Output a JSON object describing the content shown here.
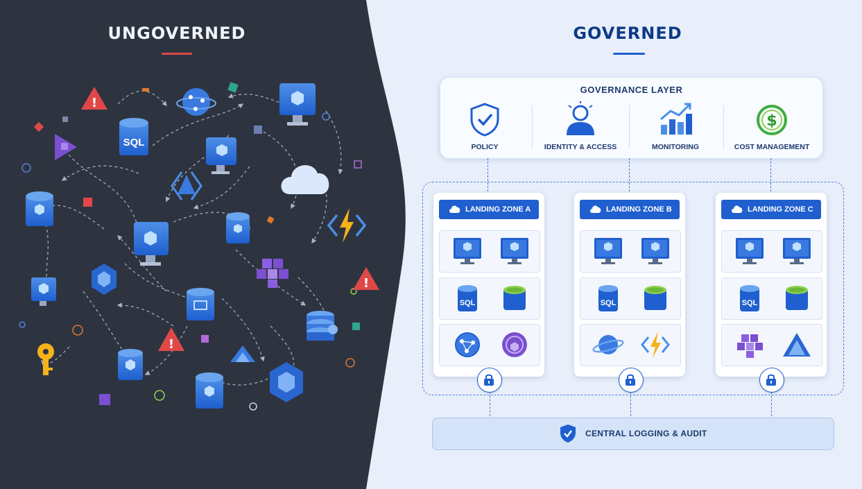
{
  "left": {
    "title": "UNGOVERNED",
    "sql_label": "SQL"
  },
  "right": {
    "title": "GOVERNED",
    "governance_layer": {
      "title": "GOVERNANCE LAYER",
      "items": [
        {
          "label": "POLICY",
          "icon": "shield-check-icon"
        },
        {
          "label": "IDENTITY & ACCESS",
          "icon": "user-icon"
        },
        {
          "label": "MONITORING",
          "icon": "bar-chart-icon"
        },
        {
          "label": "COST MANAGEMENT",
          "icon": "dollar-icon"
        }
      ]
    },
    "zones": [
      {
        "label": "LANDING ZONE A",
        "sql_label": "SQL"
      },
      {
        "label": "LANDING ZONE B",
        "sql_label": "SQL"
      },
      {
        "label": "LANDING ZONE C",
        "sql_label": "SQL"
      }
    ],
    "central": {
      "label": "CENTRAL LOGGING & AUDIT"
    }
  },
  "colors": {
    "dark_bg": "#2d3440",
    "light_bg": "#e8effb",
    "accent_blue": "#1f5fcf",
    "warning_red": "#e04848",
    "function_yellow": "#f5b21a",
    "cosmos_purple": "#7b4fd0",
    "storage_green": "#8fd14f"
  }
}
